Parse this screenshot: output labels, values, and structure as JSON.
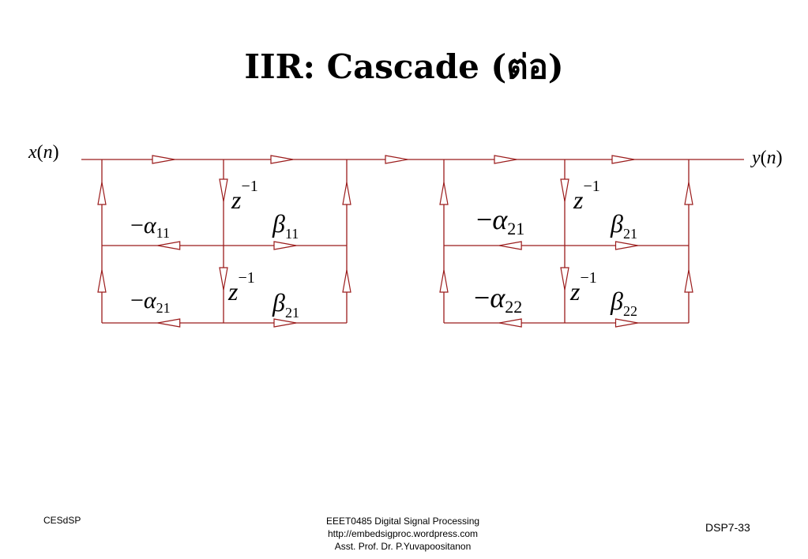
{
  "slide": {
    "title": "IIR: Cascade (ต่อ)"
  },
  "diagram": {
    "line_color": "#9b1c1c",
    "input": {
      "var": "x",
      "arg": "n"
    },
    "output": {
      "var": "y",
      "arg": "n"
    },
    "sections": [
      {
        "delay1": {
          "base": "z",
          "exp": "−1"
        },
        "delay2": {
          "base": "z",
          "exp": "−1"
        },
        "alpha1": {
          "sign": "−",
          "sym": "α",
          "sub": "11"
        },
        "alpha2": {
          "sign": "−",
          "sym": "α",
          "sub": "21"
        },
        "beta1": {
          "sym": "β",
          "sub": "11"
        },
        "beta2": {
          "sym": "β",
          "sub": "21"
        }
      },
      {
        "delay1": {
          "base": "z",
          "exp": "−1"
        },
        "delay2": {
          "base": "z",
          "exp": "−1"
        },
        "alpha1": {
          "sign": "−",
          "sym": "α",
          "sub": "21"
        },
        "alpha2": {
          "sign": "−",
          "sym": "α",
          "sub": "22"
        },
        "beta1": {
          "sym": "β",
          "sub": "21"
        },
        "beta2": {
          "sym": "β",
          "sub": "22"
        }
      }
    ]
  },
  "footer": {
    "left": "CESdSP",
    "center_lines": [
      "EEET0485 Digital Signal Processing",
      "http://embedsigproc.wordpress.com",
      "Asst. Prof. Dr. P.Yuvapoositanon"
    ],
    "right": "DSP7-33"
  }
}
